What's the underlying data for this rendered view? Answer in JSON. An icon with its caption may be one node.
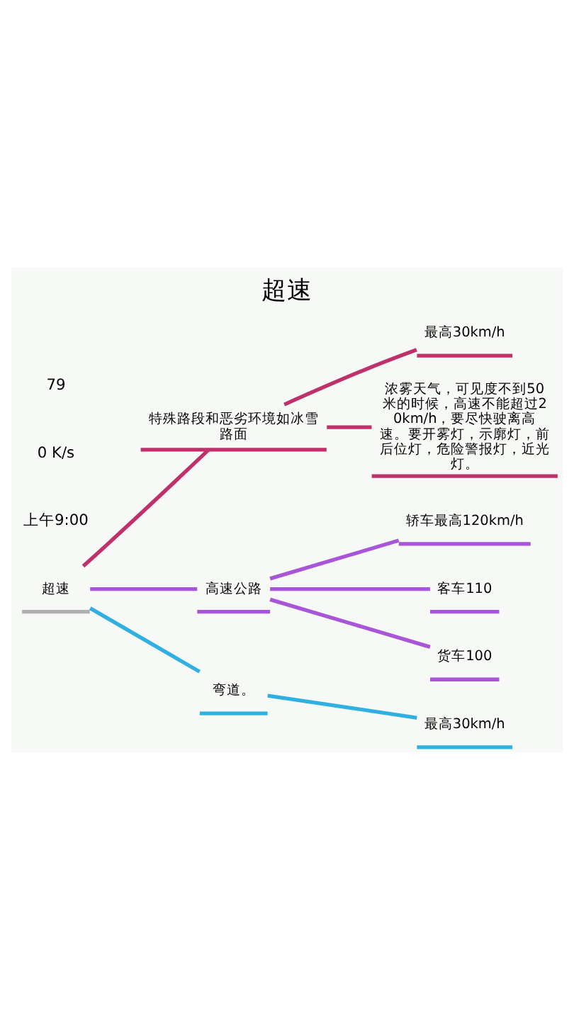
{
  "diagram": {
    "title": "超速",
    "nodes": [
      {
        "text": [
          "超速"
        ]
      },
      {
        "text": [
          "特殊路段和恶劣环境如冰雪路面"
        ]
      },
      {
        "text": [
          "最高30km/h"
        ]
      },
      {
        "text": [
          "浓雾天气，可见度不到50米的时候，高速不能超过20km/h，要尽快驶离高速。要开雾灯，示廓灯，前后位灯，危险警报灯，近光灯。"
        ]
      },
      {
        "text": [
          "高速公路"
        ]
      },
      {
        "text": [
          "轿车最高120km/h"
        ]
      },
      {
        "text": [
          "客车110"
        ]
      },
      {
        "text": [
          "货车100"
        ]
      },
      {
        "text": [
          "弯道。"
        ]
      },
      {
        "text": [
          "最高30km/h"
        ]
      }
    ],
    "edges": [
      {
        "from": 0,
        "to": 1,
        "arrow": "none",
        "color": "#c0306a"
      },
      {
        "from": 0,
        "to": 4,
        "arrow": "none",
        "color": "#a855d8"
      },
      {
        "from": 0,
        "to": 8,
        "arrow": "none",
        "color": "#30b0e0"
      },
      {
        "from": 1,
        "to": 2,
        "arrow": "none",
        "color": "#c0306a"
      },
      {
        "from": 1,
        "to": 3,
        "arrow": "none",
        "color": "#c0306a"
      },
      {
        "from": 4,
        "to": 5,
        "arrow": "none",
        "color": "#a855d8"
      },
      {
        "from": 4,
        "to": 6,
        "arrow": "none",
        "color": "#a855d8"
      },
      {
        "from": 4,
        "to": 7,
        "arrow": "none",
        "color": "#a855d8"
      },
      {
        "from": 8,
        "to": 9,
        "arrow": "none",
        "color": "#30b0e0"
      }
    ],
    "labels": [
      "上午9:00",
      "0 K/s",
      "79"
    ]
  }
}
